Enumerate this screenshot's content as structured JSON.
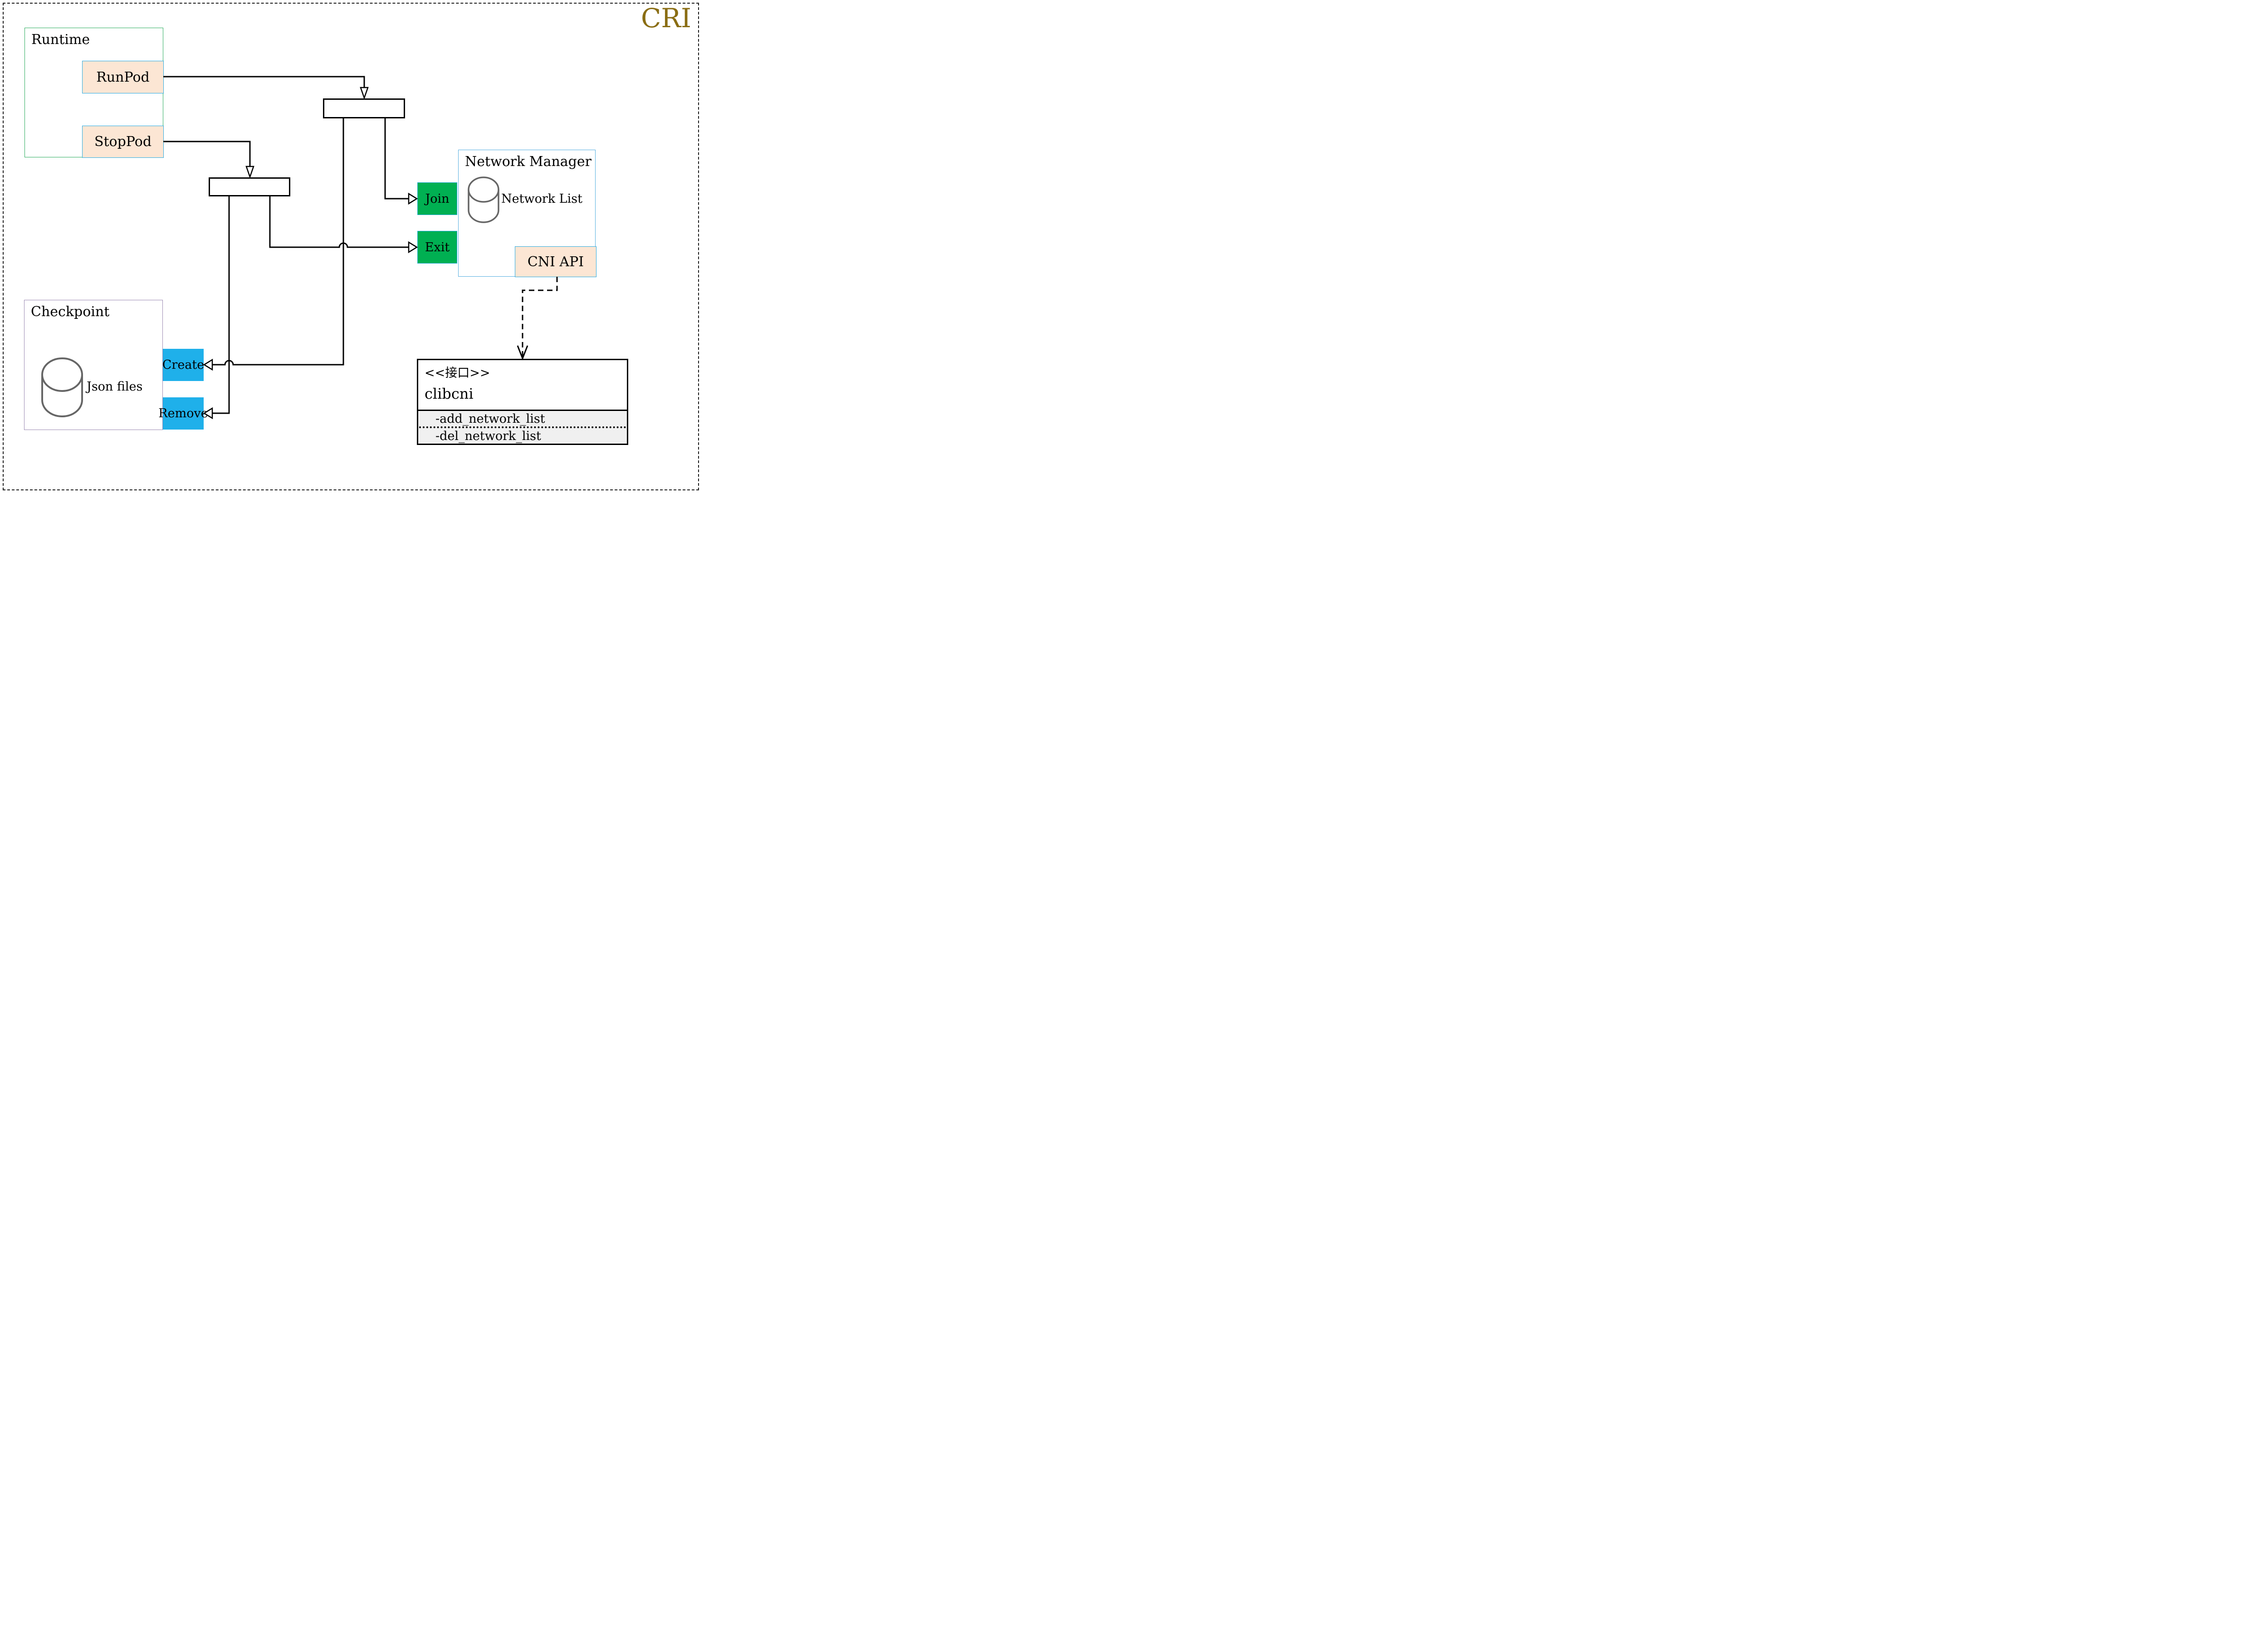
{
  "diagram": {
    "title": "CRI",
    "runtime": {
      "label": "Runtime",
      "runpod_label": "RunPod",
      "stoppod_label": "StopPod"
    },
    "network_manager": {
      "label": "Network Manager",
      "datastore_label": "Network List",
      "join_label": "Join",
      "exit_label": "Exit",
      "cni_api_label": "CNI API"
    },
    "checkpoint": {
      "label": "Checkpoint",
      "datastore_label": "Json files",
      "create_label": "Create",
      "remove_label": "Remove"
    },
    "clibcni": {
      "stereotype": "<<接口>>",
      "name": "clibcni",
      "attributes": [
        "-add_network_list",
        "-del_network_list"
      ]
    },
    "colors": {
      "title_gold": "#8a6d13",
      "runtime_border_green": "#2eae60",
      "network_manager_border_blue": "#54aee0",
      "checkpoint_border_purple": "#9b8ab3",
      "operation_fill_peach": "#fce6d4",
      "operation_border_cyan": "#29abe2",
      "tab_green": "#00b052",
      "tab_blue": "#1fb0ea",
      "attr_section_gray": "#f0f0f0",
      "connector_black": "#000000",
      "cylinder_gray": "#666666"
    }
  }
}
